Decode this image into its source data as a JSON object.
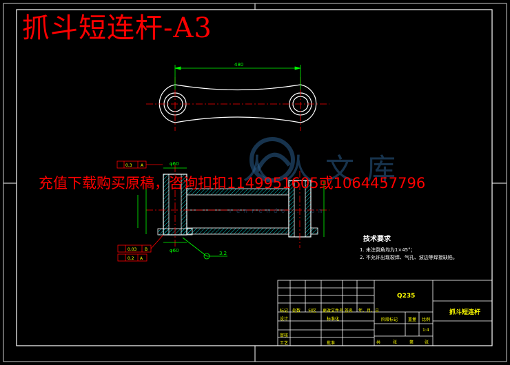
{
  "title": "抓斗短连杆-A3",
  "overlay_text": "充值下载购买原稿，咨询扣扣1149951605或1064457796",
  "watermark": {
    "brand": "人人文库",
    "url": "r e n r e n d o c . c o m"
  },
  "technical_requirements": {
    "heading": "技术要求",
    "items": [
      "1. 未注倒角均为1×45°；",
      "2. 不允许出现裂焊、气孔、波边等焊接缺陷。"
    ]
  },
  "dimensions": {
    "center_distance": "480",
    "diameter_top": "φ60",
    "diameter_bottom": "φ60",
    "roughness": "3.2"
  },
  "tolerances": {
    "flatness": "0.3",
    "parallelism": "0.03",
    "perpendicularity": "0.2",
    "datum_a": "A",
    "datum_b": "B"
  },
  "title_block": {
    "material": "Q235",
    "part_name": "抓斗短连杆",
    "scale": "1:4",
    "header": [
      "标记",
      "处数",
      "分区",
      "更改文件号",
      "签名",
      "年、月、日"
    ],
    "labels": {
      "design": "设计",
      "standardize": "标准化",
      "review": "审核",
      "process": "工艺",
      "approve": "批准",
      "stage_mark": "阶段标记",
      "weight": "重量",
      "ratio": "比例",
      "sheets": "共",
      "sheet_of": "张",
      "sheet_no": "第",
      "sheet_unit": "张"
    }
  },
  "colors": {
    "background": "#000000",
    "frame": "#ffffff",
    "outline": "#ffffff",
    "centerline": "#ff0000",
    "dimension": "#00ff00",
    "title_block_text": "#ffff00",
    "overlay": "#ff0000",
    "hatch": "#00ffff",
    "watermark": "#2a5e8c"
  }
}
